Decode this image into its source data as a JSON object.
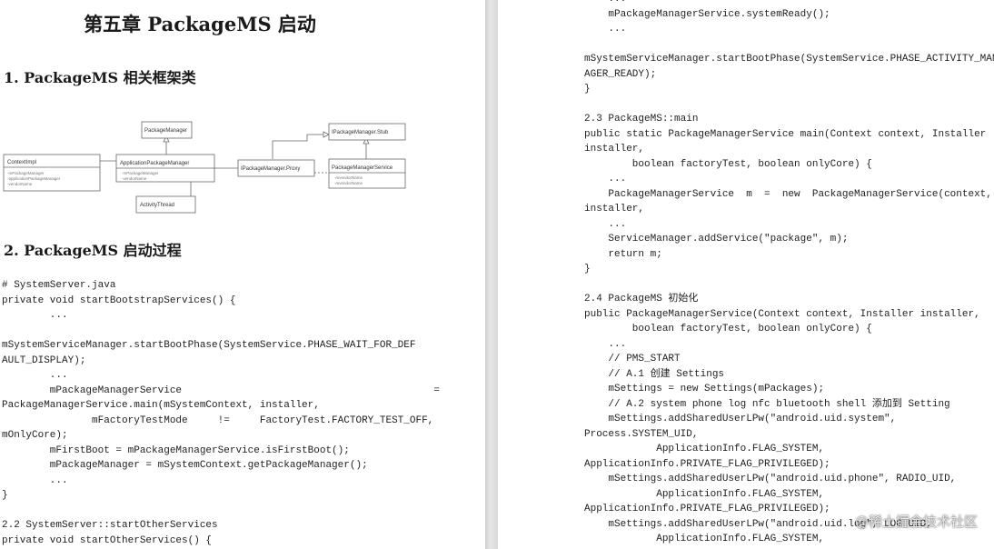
{
  "left": {
    "chapter_title": "第五章  PackageMS 启动",
    "section1_heading": "1.  PackageMS  相关框架类",
    "section2_heading": "2. PackageMS  启动过程",
    "diagram": {
      "context_impl": "ContextImpl",
      "context_impl_attrs": [
        "-mPackageManager",
        "-applicationPackageManager",
        "-vendorName"
      ],
      "package_manager": "PackageManager",
      "application_package_manager": "ApplicationPackageManager",
      "apm_attrs": [
        "-mPackageManager",
        "-vendorName"
      ],
      "activity_thread": "ActivityThread",
      "ipackage_manager_proxy": "IPackageManager.Proxy",
      "ipackage_manager_stub": "IPackageManager.Stub",
      "package_manager_service": "PackageManagerService",
      "pms_attrs": [
        "-mvendorName",
        "-mvendorName"
      ]
    },
    "code": "# SystemServer.java\nprivate void startBootstrapServices() {\n        ...\n\nmSystemServiceManager.startBootPhase(SystemService.PHASE_WAIT_FOR_DEF\nAULT_DISPLAY);\n        ...\n        mPackageManagerService                                          =\nPackageManagerService.main(mSystemContext, installer,\n               mFactoryTestMode     !=     FactoryTest.FACTORY_TEST_OFF,\nmOnlyCore);\n        mFirstBoot = mPackageManagerService.isFirstBoot();\n        mPackageManager = mSystemContext.getPackageManager();\n        ...\n}\n\n2.2 SystemServer::startOtherServices\nprivate void startOtherServices() {"
  },
  "right": {
    "code": "    ...\n    mPackageManagerService.systemReady();\n    ...\n\nmSystemServiceManager.startBootPhase(SystemService.PHASE_ACTIVITY_MAN\nAGER_READY);\n}\n\n2.3 PackageMS::main\npublic static PackageManagerService main(Context context, Installer\ninstaller,\n        boolean factoryTest, boolean onlyCore) {\n    ...\n    PackageManagerService  m  =  new  PackageManagerService(context,\ninstaller,\n    ...\n    ServiceManager.addService(\"package\", m);\n    return m;\n}\n\n2.4 PackageMS 初始化\npublic PackageManagerService(Context context, Installer installer,\n        boolean factoryTest, boolean onlyCore) {\n    ...\n    // PMS_START\n    // A.1 创建 Settings\n    mSettings = new Settings(mPackages);\n    // A.2 system phone log nfc bluetooth shell 添加到 Setting\n    mSettings.addSharedUserLPw(\"android.uid.system\",\nProcess.SYSTEM_UID,\n            ApplicationInfo.FLAG_SYSTEM,\nApplicationInfo.PRIVATE_FLAG_PRIVILEGED);\n    mSettings.addSharedUserLPw(\"android.uid.phone\", RADIO_UID,\n            ApplicationInfo.FLAG_SYSTEM,\nApplicationInfo.PRIVATE_FLAG_PRIVILEGED);\n    mSettings.addSharedUserLPw(\"android.uid.log\", LOG_UID,\n            ApplicationInfo.FLAG_SYSTEM,",
    "watermark": "@稀土掘金技术社区"
  }
}
